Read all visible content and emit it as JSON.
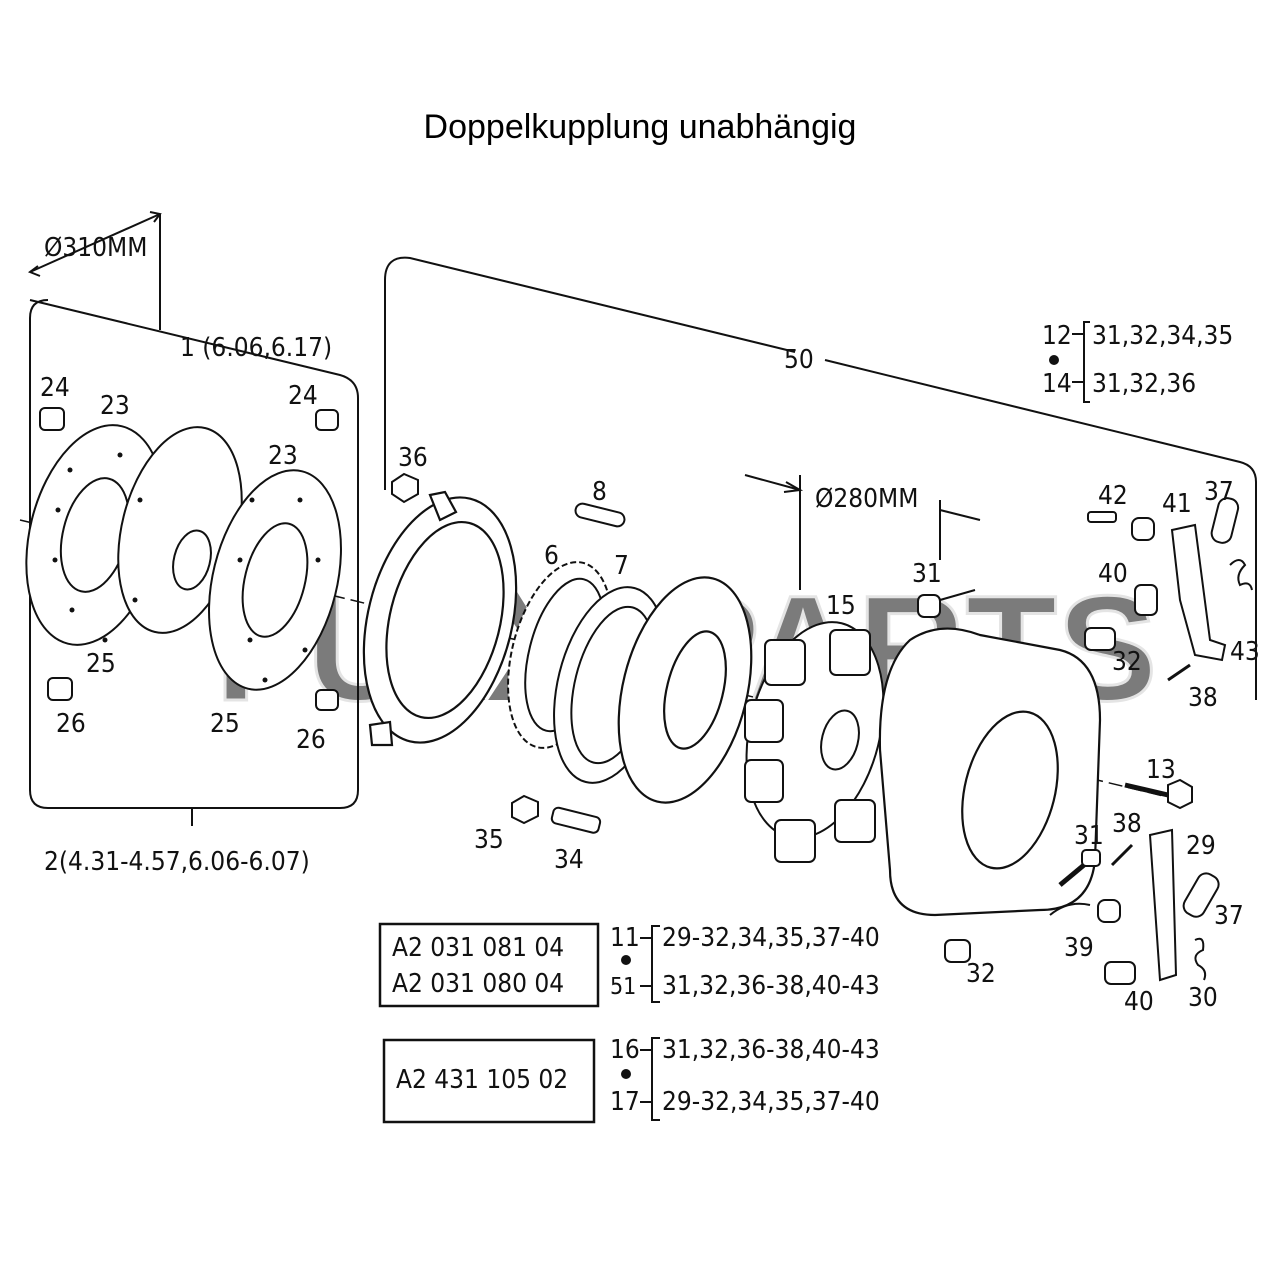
{
  "title": "Doppelkupplung unabhängig",
  "watermark": {
    "left": "FU",
    "mid": "XX",
    "right": "PARTS",
    "accent_color": "#f2c200",
    "outline_color": "#cfcfcf"
  },
  "dimensions": {
    "outer": "Ø310MM",
    "inner": "Ø280MM"
  },
  "callouts": {
    "group1": "1 (6.06,6.17)",
    "group2": "2(4.31-4.57,6.06-6.07)",
    "group50": "50",
    "n24a": "24",
    "n23a": "23",
    "n24b": "24",
    "n23b": "23",
    "n25a": "25",
    "n26a": "26",
    "n25b": "25",
    "n26b": "26",
    "n36": "36",
    "n8": "8",
    "n6": "6",
    "n7": "7",
    "n15": "15",
    "n31a": "31",
    "n42": "42",
    "n41": "41",
    "n37a": "37",
    "n40a": "40",
    "n43": "43",
    "n32a": "32",
    "n38a": "38",
    "n13": "13",
    "n31b": "31",
    "n38b": "38",
    "n29": "29",
    "n37b": "37",
    "n39": "39",
    "n32b": "32",
    "n40b": "40",
    "n30": "30",
    "n35": "35",
    "n34": "34"
  },
  "kits_top": [
    {
      "no": "12",
      "parts": "31,32,34,35"
    },
    {
      "no": "14",
      "parts": "31,32,36"
    }
  ],
  "table1": {
    "part_numbers": [
      "A2 031 081 04",
      "A2 031 080 04"
    ],
    "kits": [
      {
        "no": "11",
        "parts": "29-32,34,35,37-40"
      },
      {
        "no": "51",
        "parts": "31,32,36-38,40-43"
      }
    ]
  },
  "table2": {
    "part_numbers": [
      "A2 431 105 02"
    ],
    "kits": [
      {
        "no": "16",
        "parts": "31,32,36-38,40-43"
      },
      {
        "no": "17",
        "parts": "29-32,34,35,37-40"
      }
    ]
  }
}
